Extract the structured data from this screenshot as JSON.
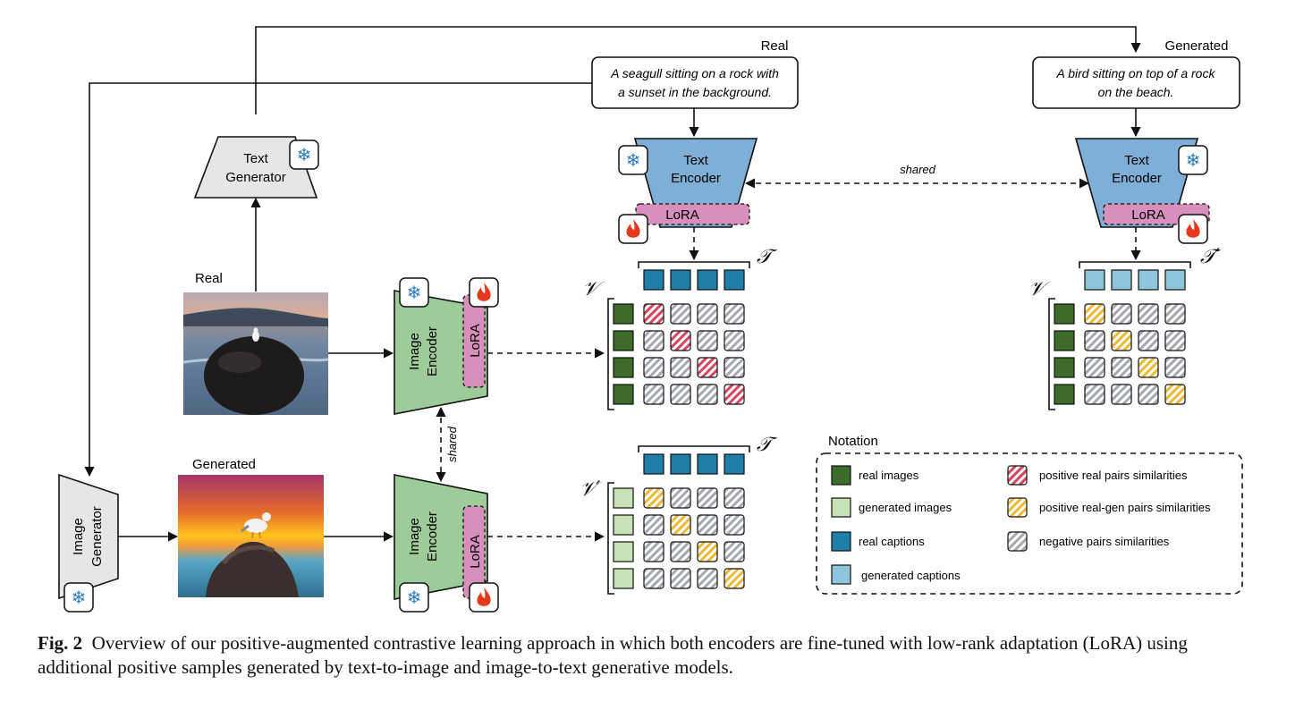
{
  "labels": {
    "real_top": "Real",
    "generated_top": "Generated",
    "real_image": "Real",
    "generated_image": "Generated",
    "shared_text": "shared",
    "shared_image": "shared"
  },
  "captions": {
    "real_line1": "A seagull sitting on a rock with",
    "real_line2": "a sunset in the background.",
    "gen_line1": "A bird sitting on top of a rock",
    "gen_line2": "on the beach."
  },
  "modules": {
    "text_generator_l1": "Text",
    "text_generator_l2": "Generator",
    "text_encoder_l1": "Text",
    "text_encoder_l2": "Encoder",
    "image_encoder_l1": "Image",
    "image_encoder_l2": "Encoder",
    "image_generator_l1": "Image",
    "image_generator_l2": "Generator",
    "lora": "LoRA"
  },
  "matrix_symbols": {
    "T": "𝒯",
    "T_prime": "𝒯′",
    "V": "𝒱",
    "V_prime": "𝒱′"
  },
  "notation": {
    "title": "Notation",
    "real_images": "real images",
    "generated_images": "generated images",
    "real_captions": "real captions",
    "generated_captions": "generated captions",
    "positive_real": "positive real pairs similarities",
    "positive_realgen": "positive real-gen pairs similarities",
    "negative": "negative pairs similarities"
  },
  "figure_caption": {
    "label": "Fig. 2",
    "text": "Overview of our positive-augmented contrastive learning approach in which both encoders are fine-tuned with low-rank adaptation (LoRA) using additional positive samples generated by text-to-image and image-to-text generative models."
  },
  "colors": {
    "real_image": "#3d6b2a",
    "generated_image": "#c7e3b6",
    "real_caption": "#1f7ea8",
    "generated_caption": "#8dc6dc",
    "text_encoder": "#7faed6",
    "image_encoder": "#9ecc98",
    "generator": "#e6e6e6",
    "lora": "#d78fbc",
    "positive_real": "#d6455f",
    "positive_realgen": "#f0b935",
    "negative": "#a4a9b0"
  }
}
